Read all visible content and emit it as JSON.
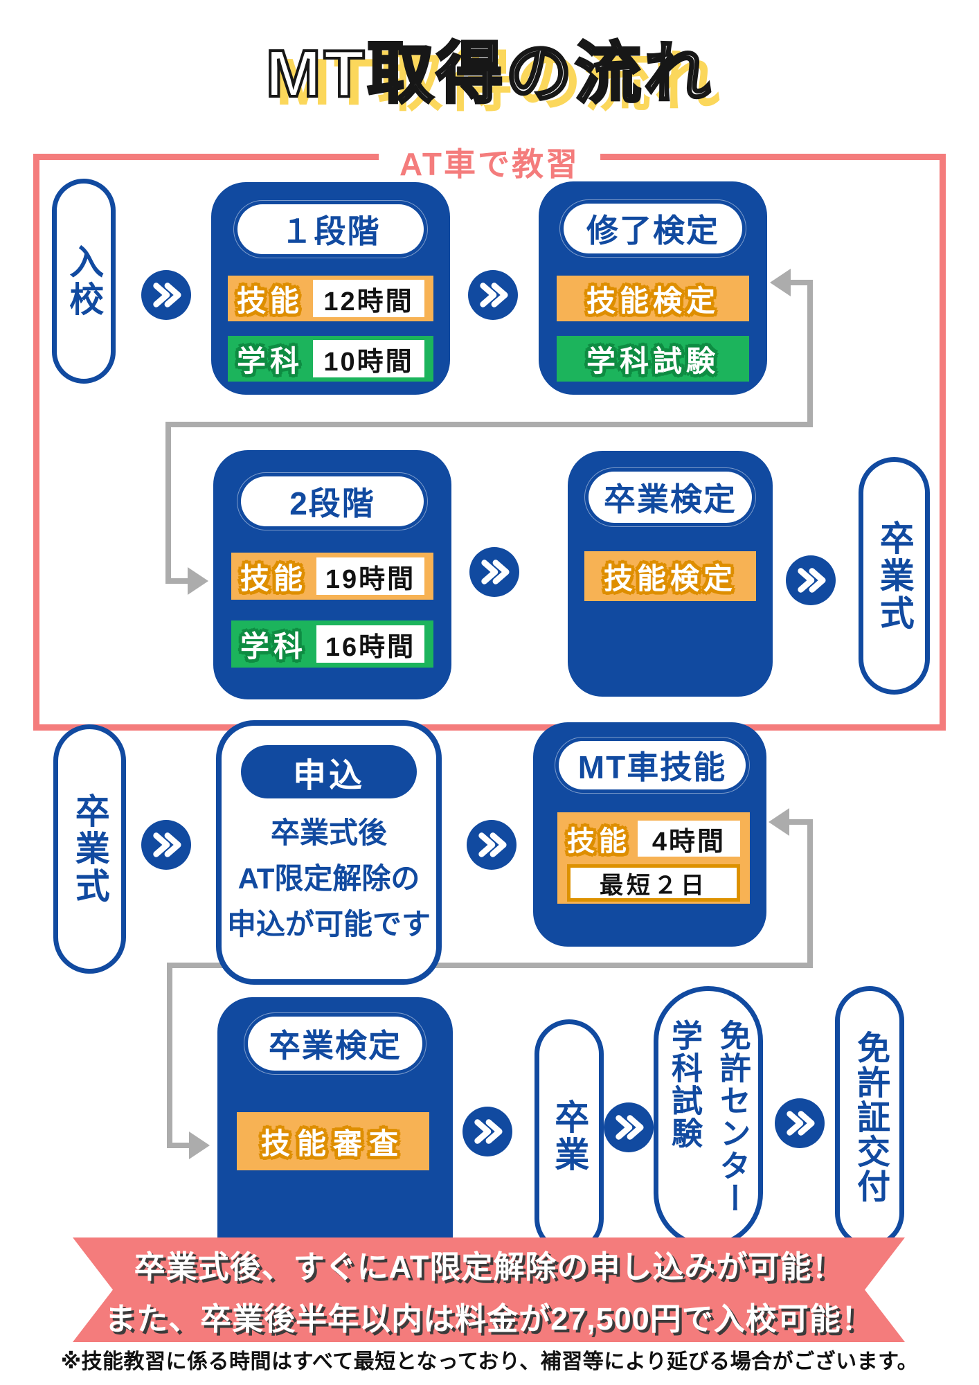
{
  "title": "MT取得の流れ",
  "at_box": {
    "label": "AT車で教習"
  },
  "nodes": {
    "nyuko": "入校",
    "stage1": {
      "title": "１段階",
      "skill_label": "技能",
      "skill_value": "12時間",
      "academic_label": "学科",
      "academic_value": "10時間"
    },
    "shuryo": {
      "title": "修了検定",
      "skill": "技能検定",
      "academic": "学科試験"
    },
    "stage2": {
      "title": "2段階",
      "skill_label": "技能",
      "skill_value": "19時間",
      "academic_label": "学科",
      "academic_value": "16時間"
    },
    "sotsukentei": {
      "title": "卒業検定",
      "skill": "技能検定"
    },
    "sotsugyoshiki": "卒業式"
  },
  "mt": {
    "sotsugyoshiki": "卒業式",
    "moshikomi": {
      "title": "申込",
      "line1": "卒業式後",
      "line2": "AT限定解除の",
      "line3": "申込が可能です"
    },
    "mtcar": {
      "title": "MT車技能",
      "skill_label": "技能",
      "skill_value": "4時間",
      "duration": "最短２日"
    },
    "kentei": {
      "title": "卒業検定",
      "skill": "技能審査"
    },
    "sotsugyo": "卒業",
    "center_line1": "免許センター",
    "center_line2": "学科試験",
    "kofu": "免許証交付"
  },
  "banner": {
    "line1": "卒業式後、すぐにAT限定解除の申し込みが可能！",
    "line2": "また、卒業後半年以内は料金が27,500円で入校可能！"
  },
  "footnote": "※技能教習に係る時間はすべて最短となっており、補習等により延びる場合がございます。",
  "colors": {
    "blue": "#114AA0",
    "orange": "#F7B254",
    "green": "#1CB45C",
    "pink": "#F47C7C",
    "gray": "#ACACAC",
    "yellow": "#FBD75B"
  }
}
